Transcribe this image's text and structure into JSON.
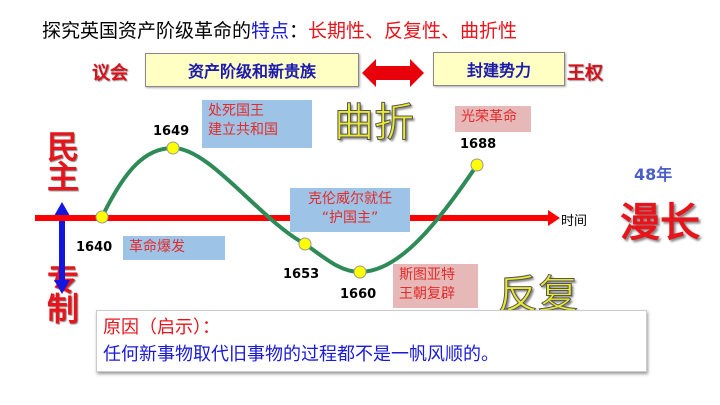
{
  "title": {
    "part1": "探究英国资产阶级革命的",
    "part2": "特点",
    "part3": "：",
    "part4": "长期性、反复性、曲折性"
  },
  "forces": {
    "left_label": "议会",
    "left_box": "资产阶级和新贵族",
    "right_box": "封建势力",
    "right_label": "王权"
  },
  "axis": {
    "top_label": "民主",
    "bottom_label": "专制",
    "time_label": "时间"
  },
  "events": [
    {
      "year": "1640",
      "text": "革命爆发"
    },
    {
      "year": "1649",
      "text": "处死国王\n建立共和国"
    },
    {
      "year": "1653",
      "text": "克伦威尔就任\n“护国主”"
    },
    {
      "year": "1660",
      "text": "斯图亚特\n王朝复辟"
    },
    {
      "year": "1688",
      "text": "光荣革命"
    }
  ],
  "keywords": {
    "winding": "曲折",
    "repeated": "反复",
    "duration": "48年",
    "long": "漫长"
  },
  "reason": {
    "heading": "原因（启示）：",
    "text": "任何新事物取代旧事物的过程都不是一帆风顺的。"
  },
  "colors": {
    "curve": "#2e8b57",
    "timeline": "#ff0000",
    "point": "#ffff00"
  }
}
